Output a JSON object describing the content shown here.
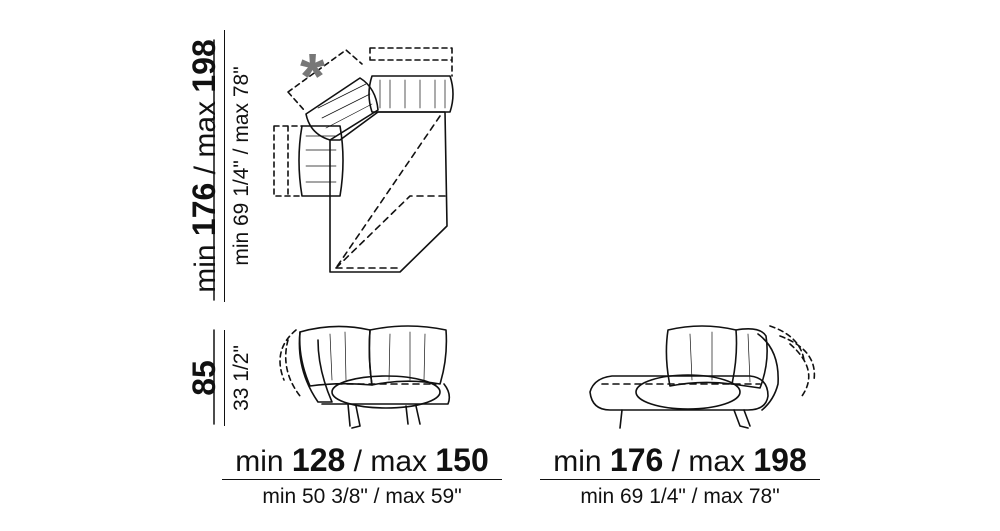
{
  "dimensions": {
    "plan_depth": {
      "min_word": "min",
      "min_value": "176",
      "separator": " / ",
      "max_word": "max",
      "max_value": "198",
      "imperial": "min 69 1/4\" / max 78\""
    },
    "height": {
      "value": "85",
      "imperial": "33 1/2\""
    },
    "front_width": {
      "min_word": "min",
      "min_value": "128",
      "separator": " / ",
      "max_word": "max",
      "max_value": "150",
      "imperial": "min 50 3/8\" / max 59\""
    },
    "side_width": {
      "min_word": "min",
      "min_value": "176",
      "separator": " / ",
      "max_word": "max",
      "max_value": "198",
      "imperial": "min 69 1/4\" / max 78\""
    }
  },
  "symbols": {
    "asterisk": "*"
  },
  "colors": {
    "line": "#111111",
    "asterisk": "#777777"
  }
}
